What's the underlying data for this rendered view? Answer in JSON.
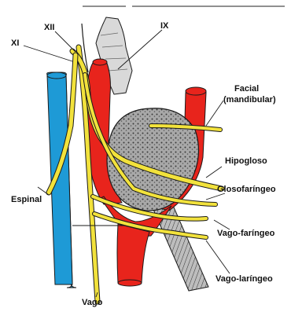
{
  "labels": {
    "xi": "XI",
    "xii": "XII",
    "ix": "IX",
    "facial": "Facial",
    "facial_sub": "(mandibular)",
    "hipogloso": "Hipogloso",
    "glosofaringeo": "Glosofaríngeo",
    "espinal": "Espinal",
    "vago_faringeo": "Vago-faríngeo",
    "vago_laringeo": "Vago-laríngeo",
    "vago": "Vago"
  },
  "colors": {
    "artery": "#e8241c",
    "vein": "#1e9ad6",
    "nerve": "#f2e23c",
    "tumor": "#9a9a9a",
    "outline": "#1a1a1a",
    "label": "#111111"
  }
}
